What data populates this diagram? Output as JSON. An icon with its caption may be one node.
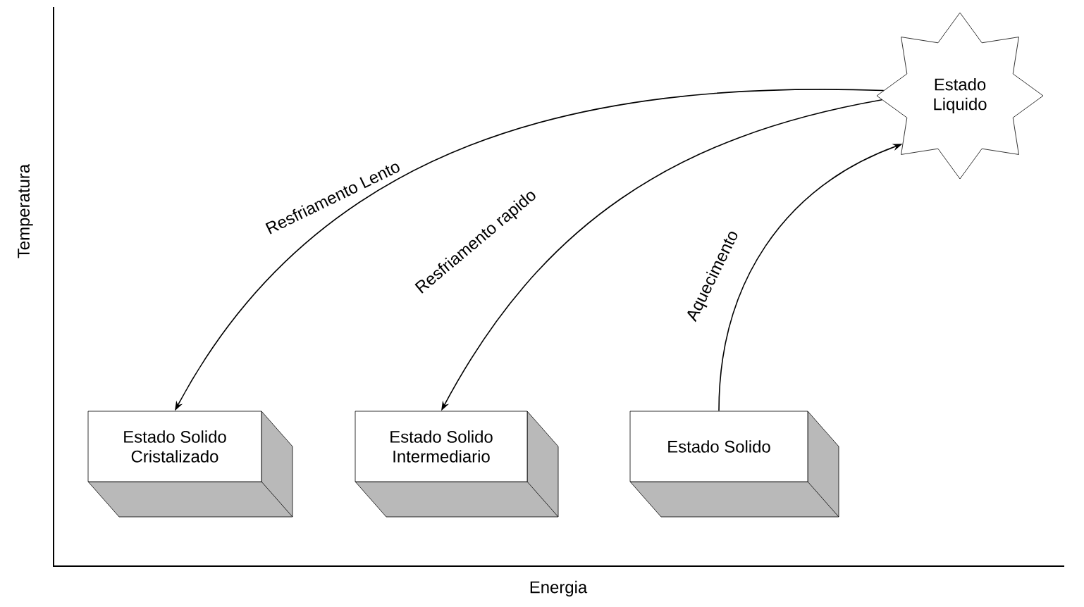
{
  "diagram": {
    "nodes": [
      {
        "text": [
          "Estado Liquido"
        ]
      },
      {
        "text": [
          "Estado Solido Cristalizado"
        ]
      },
      {
        "text": [
          "Estado Solido Intermediario"
        ]
      },
      {
        "text": [
          "Estado Solido"
        ]
      }
    ],
    "edges": [
      {
        "from": 0,
        "to": 1,
        "arrow": "to",
        "label": "Resfriamento Lento"
      },
      {
        "from": 0,
        "to": 2,
        "arrow": "to",
        "label": "Resfriamento rapido"
      },
      {
        "from": 3,
        "to": 0,
        "arrow": "to",
        "label": "Aquecimento"
      }
    ],
    "labels": [
      "Temperatura",
      "Energia"
    ]
  }
}
